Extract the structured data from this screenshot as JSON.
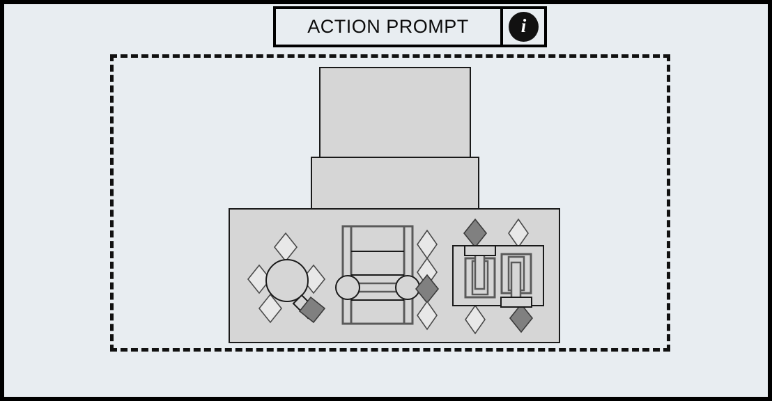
{
  "window": {
    "background_color": "#e8edf1",
    "border_color": "#000000"
  },
  "header": {
    "title": "ACTION PROMPT",
    "info_glyph": "i",
    "info_icon_name": "info-icon",
    "title_box_border_color": "#000000",
    "badge_color": "#111111"
  },
  "viewport": {
    "name": "dashed-viewport",
    "border_style": "dashed",
    "border_color": "#111111"
  },
  "panels": [
    {
      "id": "panel-top",
      "name": "upper-stack-panel",
      "fill": "#d6d6d6",
      "stroke": "#1a1a1a"
    },
    {
      "id": "panel-middle",
      "name": "middle-stack-panel",
      "fill": "#d6d6d6",
      "stroke": "#1a1a1a"
    },
    {
      "id": "panel-bottom",
      "name": "control-panel",
      "fill": "#d6d6d6",
      "stroke": "#1a1a1a"
    }
  ],
  "controls": {
    "search": {
      "name": "magnifier-control",
      "icon": "magnifier-icon",
      "markers": [
        {
          "position": "top",
          "state": "outline"
        },
        {
          "position": "left",
          "state": "outline"
        },
        {
          "position": "right",
          "state": "outline"
        },
        {
          "position": "bottom",
          "state": "outline"
        },
        {
          "position": "handle",
          "state": "filled"
        }
      ]
    },
    "slider": {
      "name": "range-slider-control",
      "icon": "dual-handle-slider-icon",
      "handle_count": 2,
      "markers": [
        {
          "position": "right-1",
          "state": "outline"
        },
        {
          "position": "right-2",
          "state": "outline"
        },
        {
          "position": "right-3",
          "state": "filled"
        },
        {
          "position": "right-4",
          "state": "outline"
        }
      ]
    },
    "faders": {
      "name": "fader-pair-control",
      "icon": "vertical-faders-icon",
      "fader_count": 2,
      "fader_states": [
        {
          "id": "fader-left",
          "knob_position": "top"
        },
        {
          "id": "fader-right",
          "knob_position": "bottom"
        }
      ],
      "markers": [
        {
          "position": "top-left",
          "state": "filled"
        },
        {
          "position": "top-right",
          "state": "outline"
        },
        {
          "position": "bottom-left",
          "state": "outline"
        },
        {
          "position": "bottom-right",
          "state": "filled"
        }
      ]
    }
  },
  "palette": {
    "marker_fill": "#808080",
    "marker_outline": "#e8e8e8",
    "marker_stroke": "#4a4a4a",
    "control_stroke": "#5a5a5a",
    "control_fill": "#d6d6d6",
    "dark_stroke": "#1a1a1a"
  }
}
